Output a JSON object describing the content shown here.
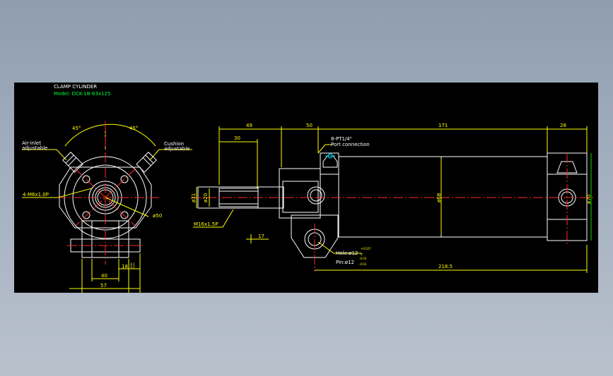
{
  "drawing": {
    "title": "CLAMP CYLINDER",
    "model": "Model: DCK-1B-63x125",
    "colors": {
      "background": "#000000",
      "outline": "#ffffff",
      "dimension": "#ffff00",
      "centerline": "#ff2a2a",
      "model_text": "#00ff3c",
      "extension": "#00e000"
    }
  },
  "side_view": {
    "angle_left": "45°",
    "angle_right": "45°",
    "air_inlet_line1": "Air-inlet",
    "air_inlet_line2": "adjustable",
    "cushion_line1": "Cushion",
    "cushion_line2": "adjustable",
    "thread_note": "4-M6x1.0P",
    "dim_phi50": "ø50",
    "dim_18": "18",
    "dim_18_tol": "-0.1",
    "dim_18_tol_low": "-0.2",
    "dim_40": "40",
    "dim_57": "57"
  },
  "front_view": {
    "dim_49": "49",
    "dim_30": "30",
    "dim_50": "50",
    "dim_171": "171",
    "dim_28": "28",
    "port_note": "8-PT1/4\"",
    "port_label": "Port connection",
    "dim_phi31": "ø31",
    "dim_phi20": "ø20",
    "thread_rod": "M16x1.5P",
    "dim_17": "17",
    "dim_phi68": "ø68",
    "dim_phi70": "ø70",
    "hole_note": "Hole:ø12",
    "hole_tol_up": "+0.027",
    "hole_tol_low": "0",
    "pin_note": "Pin:ø12",
    "pin_tol_up": "-0.03",
    "pin_tol_low": "-0.01",
    "dim_218_5": "218.5"
  }
}
